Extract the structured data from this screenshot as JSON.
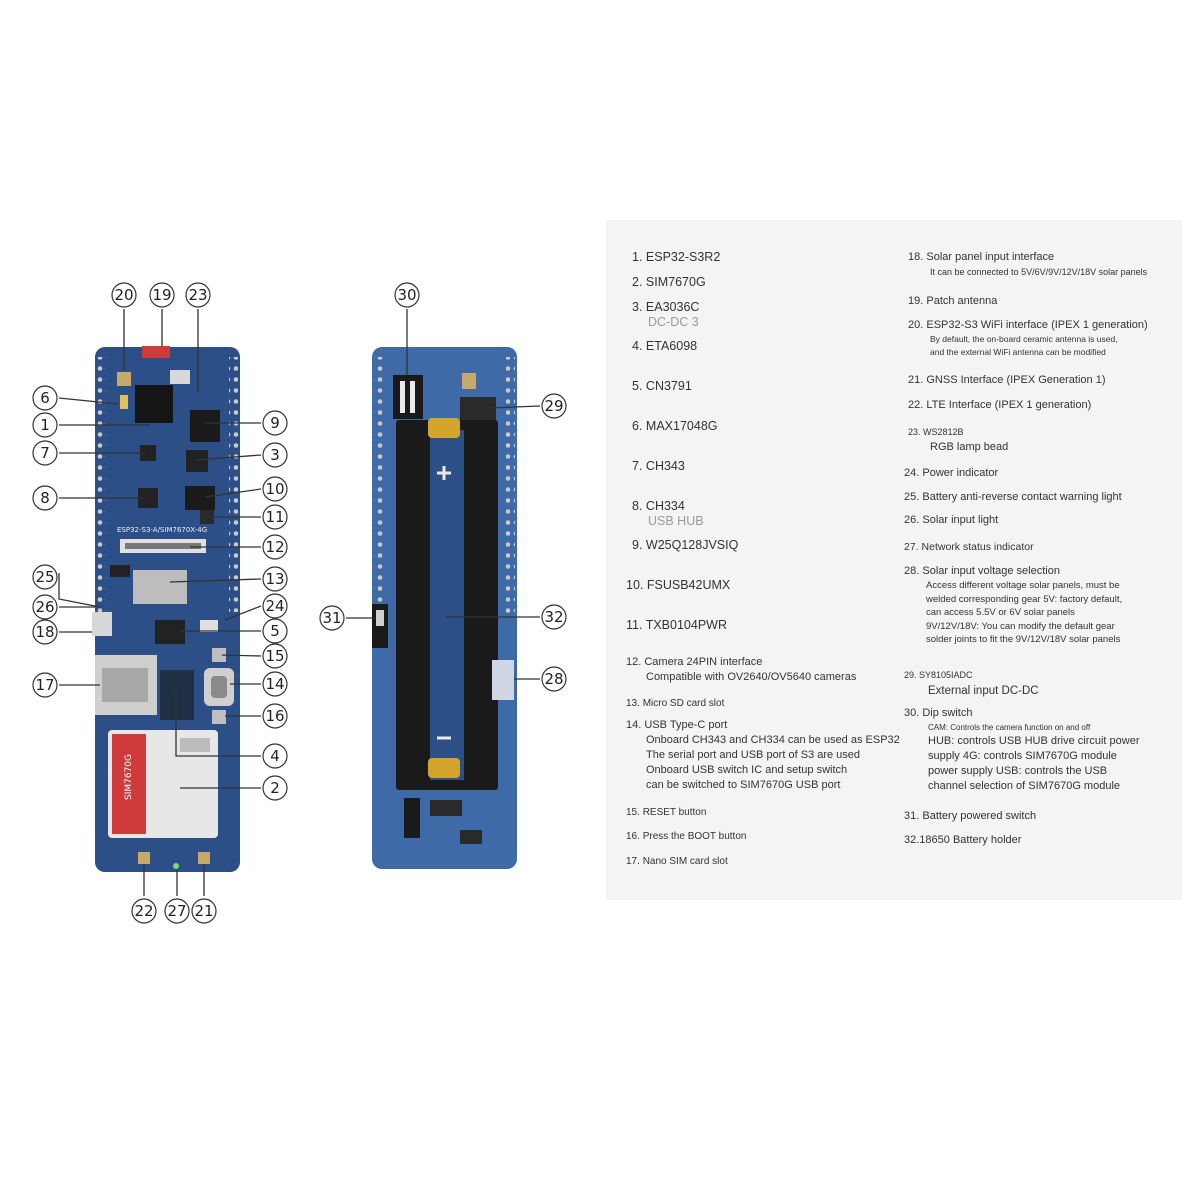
{
  "colors": {
    "pcb": "#2b4f86",
    "pcb_dark": "#1d3a68",
    "battery": "#1a1a1a",
    "contact": "#d4a52c",
    "panel": "#f4f4f4"
  },
  "board_labels": {
    "front_silk": "ESP32-S3-A/SIM7670X-4G",
    "sim_module": "SIM7670G"
  },
  "callouts": [
    "1",
    "2",
    "3",
    "4",
    "5",
    "6",
    "7",
    "8",
    "9",
    "10",
    "11",
    "12",
    "13",
    "14",
    "15",
    "16",
    "17",
    "18",
    "19",
    "20",
    "21",
    "22",
    "23",
    "24",
    "25",
    "26",
    "27",
    "28",
    "29",
    "30",
    "31",
    "32"
  ],
  "legend": {
    "col1": [
      {
        "num": "1.",
        "text": "ESP32-S3R2"
      },
      {
        "num": "2.",
        "text": "SIM7670G"
      },
      {
        "num": "3.",
        "text": "EA3036C",
        "sub": "DC-DC 3"
      },
      {
        "num": "4.",
        "text": "ETA6098"
      },
      {
        "num": "5.",
        "text": "CN3791"
      },
      {
        "num": "6.",
        "text": "MAX17048G"
      },
      {
        "num": "7.",
        "text": "CH343"
      },
      {
        "num": "8.",
        "text": "CH334",
        "sub": "USB HUB"
      },
      {
        "num": "9.",
        "text": "W25Q128JVSIQ"
      },
      {
        "num": "10.",
        "text": "FSUSB42UMX"
      },
      {
        "num": "11.",
        "text": "TXB0104PWR"
      },
      {
        "num": "12.",
        "text": "Camera 24PIN interface",
        "sub": "Compatible with OV2640/OV5640 cameras"
      },
      {
        "num": "13.",
        "text": "Micro SD card slot"
      },
      {
        "num": "14.",
        "text": "USB Type-C port",
        "sub_lines": [
          "Onboard CH343 and CH334 can be used as ESP32",
          "The serial port and USB port of S3 are used",
          "Onboard USB switch IC and setup switch",
          "can be switched to SIM7670G USB port"
        ]
      },
      {
        "num": "15.",
        "text": "RESET button"
      },
      {
        "num": "16.",
        "text": "Press the BOOT button"
      },
      {
        "num": "17.",
        "text": "Nano SIM card slot"
      }
    ],
    "col2": [
      {
        "num": "18.",
        "text": "Solar panel input interface",
        "sub": "It can be connected to 5V/6V/9V/12V/18V solar panels"
      },
      {
        "num": "19.",
        "text": "Patch antenna"
      },
      {
        "num": "20.",
        "text": "ESP32-S3 WiFi interface (IPEX 1 generation)",
        "sub_lines": [
          "By default, the on-board ceramic antenna is used,",
          "and the external WiFi antenna can be modified"
        ]
      },
      {
        "num": "21.",
        "text": "GNSS Interface (IPEX Generation 1)"
      },
      {
        "num": "22.",
        "text": "LTE Interface (IPEX 1 generation)"
      },
      {
        "num": "23.",
        "text": "WS2812B",
        "sub": "RGB lamp bead"
      },
      {
        "num": "24.",
        "text": "Power indicator"
      },
      {
        "num": "25.",
        "text": "Battery anti-reverse contact warning light"
      },
      {
        "num": "26.",
        "text": "Solar input light"
      },
      {
        "num": "27.",
        "text": "Network status indicator"
      },
      {
        "num": "28.",
        "text": "Solar input voltage selection",
        "sub_lines": [
          "Access different voltage solar panels, must be",
          "welded corresponding gear 5V: factory default,",
          "can access 5.5V or 6V solar panels",
          "9V/12V/18V: You can modify the default gear",
          "solder joints to fit the 9V/12V/18V solar panels"
        ]
      },
      {
        "num": "29.",
        "text": "SY8105IADC",
        "sub": "External input DC-DC"
      },
      {
        "num": "30.",
        "text": "Dip switch",
        "sub_lines": [
          "CAM: Controls the camera function on and off",
          "HUB: controls USB HUB drive circuit power",
          "supply 4G: controls SIM7670G module",
          "power supply USB: controls the USB",
          "channel selection of SIM7670G module"
        ]
      },
      {
        "num": "31.",
        "text": "Battery powered switch"
      },
      {
        "num": "32.",
        "text": "18650 Battery holder"
      }
    ]
  }
}
